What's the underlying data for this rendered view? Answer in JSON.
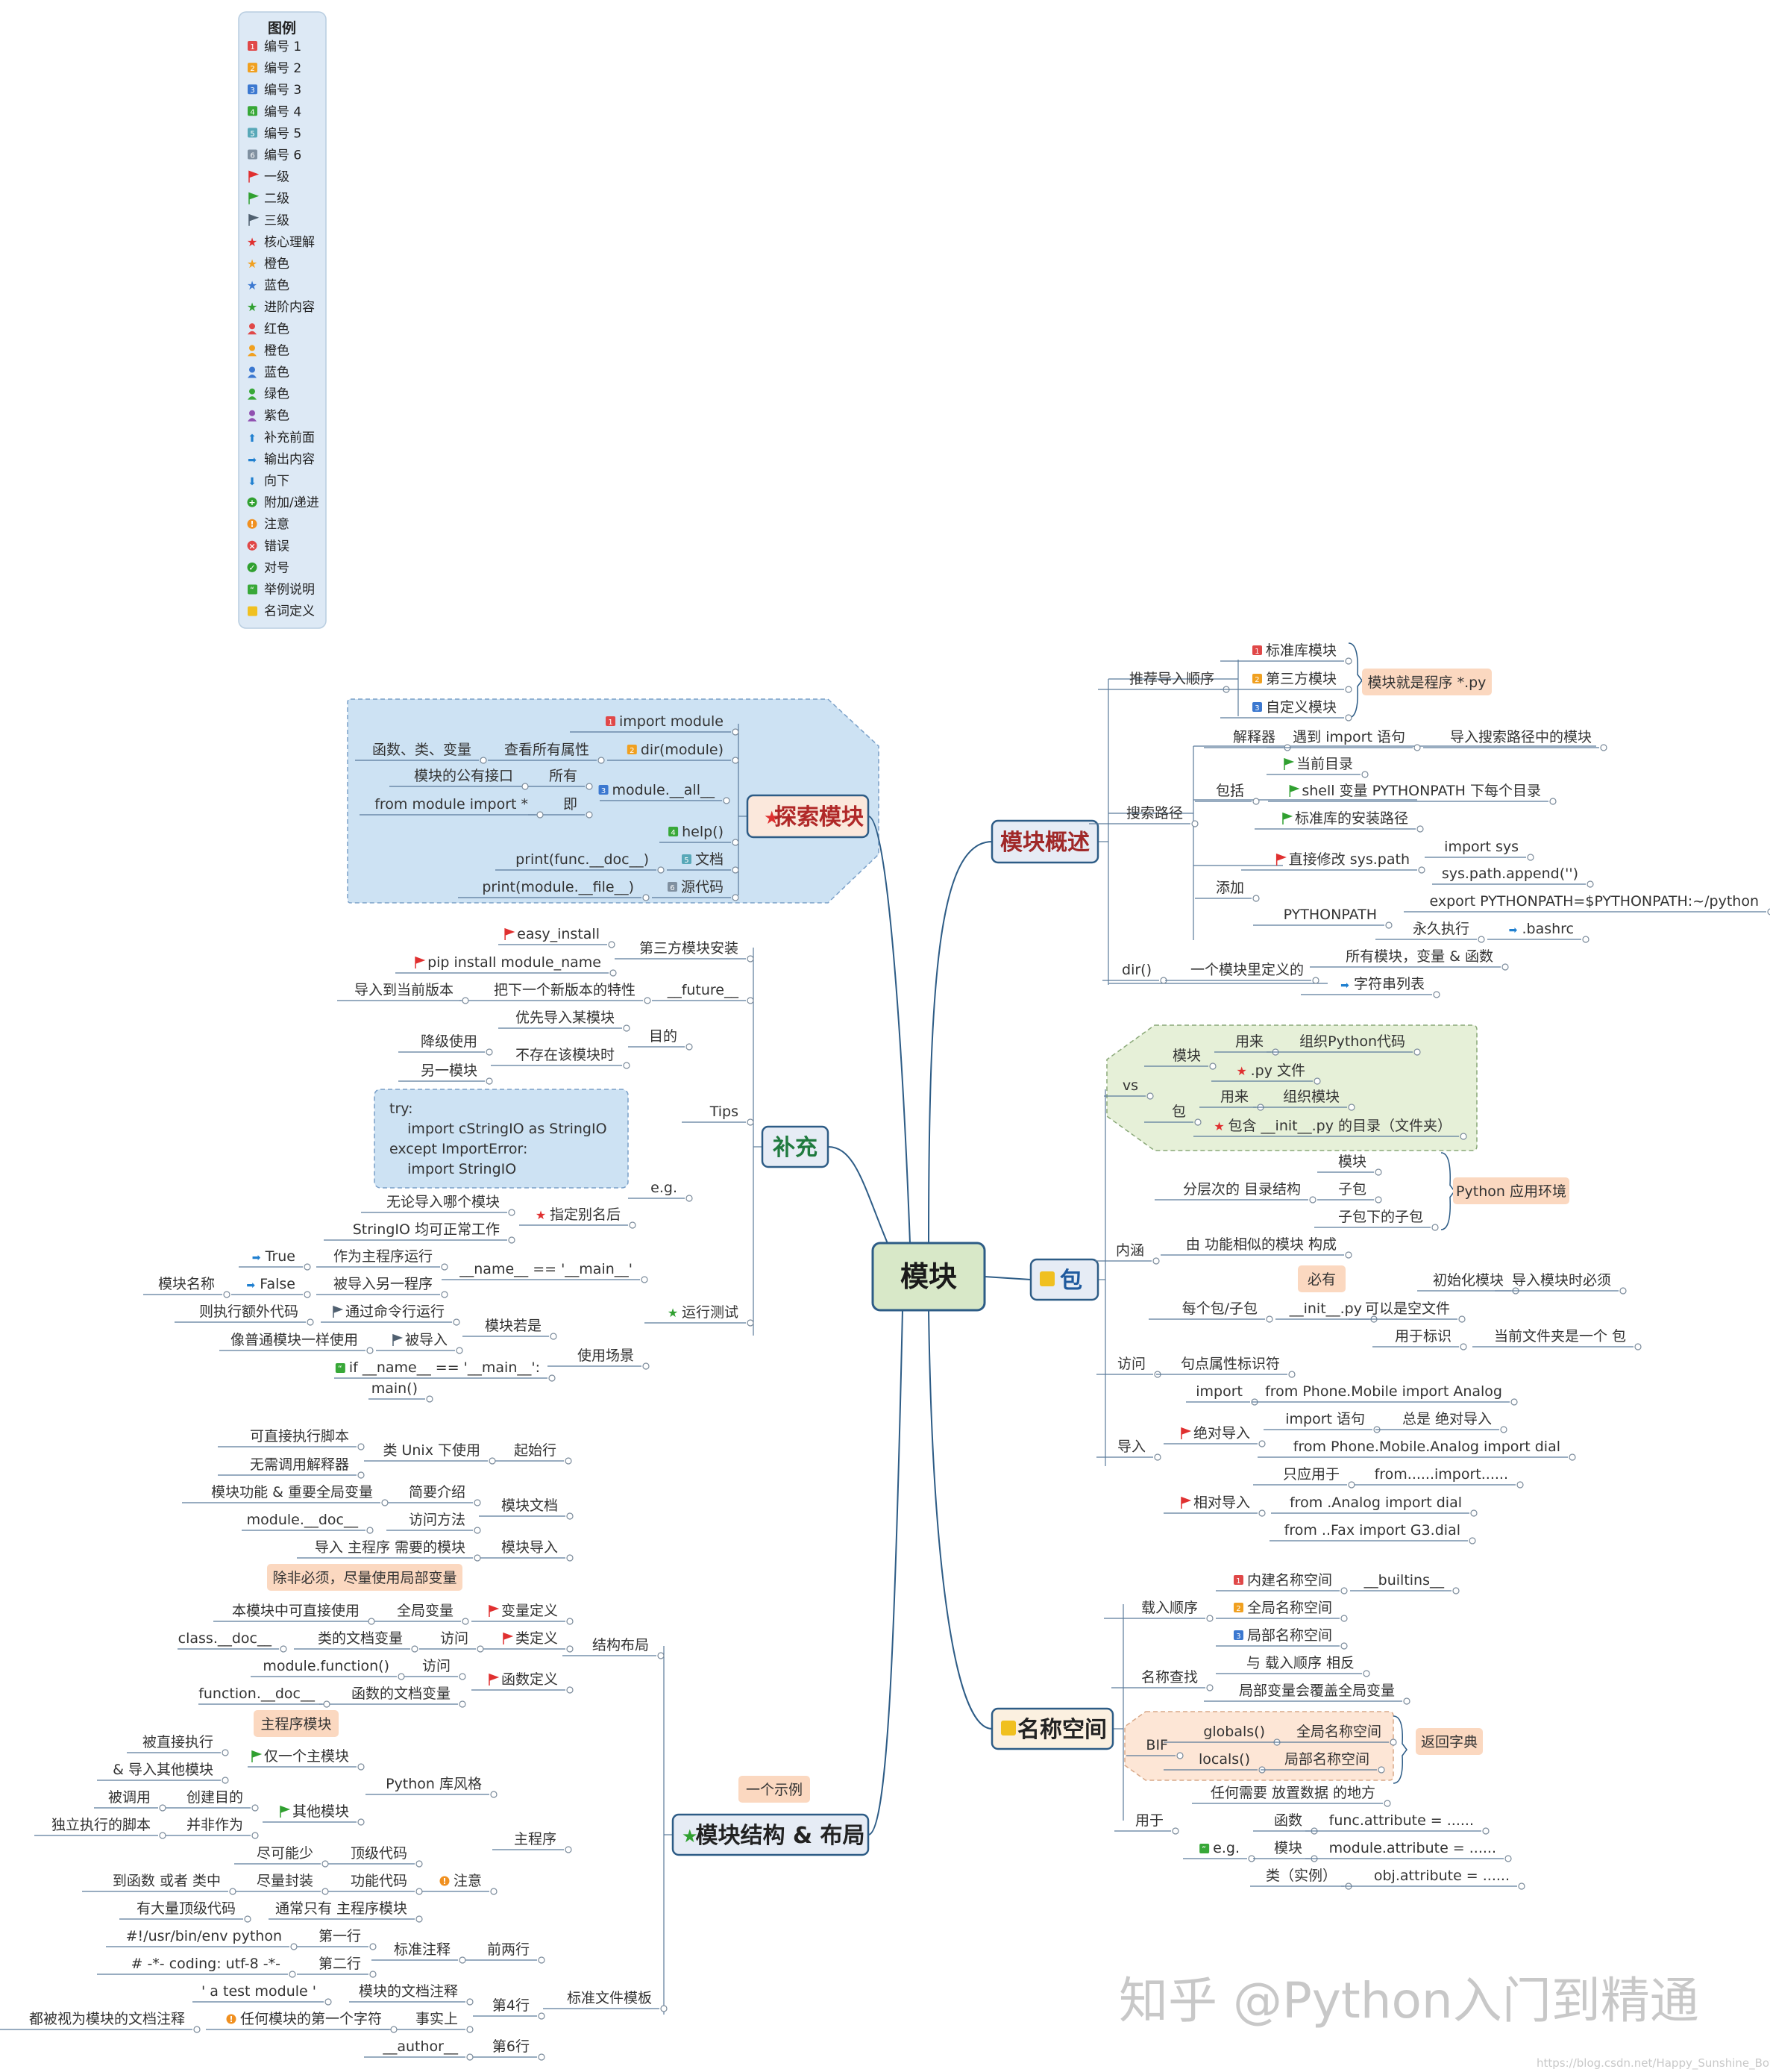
{
  "legend": {
    "title": "图例",
    "items": [
      {
        "icon": "num",
        "color": "#e04848",
        "num": "1",
        "label": "编号 1"
      },
      {
        "icon": "num",
        "color": "#f0a020",
        "num": "2",
        "label": "编号 2"
      },
      {
        "icon": "num",
        "color": "#3b78d0",
        "num": "3",
        "label": "编号 3"
      },
      {
        "icon": "num",
        "color": "#38a838",
        "num": "4",
        "label": "编号 4"
      },
      {
        "icon": "num",
        "color": "#58a8b8",
        "num": "5",
        "label": "编号 5"
      },
      {
        "icon": "num",
        "color": "#8090a0",
        "num": "6",
        "label": "编号 6"
      },
      {
        "icon": "flag",
        "color": "#e03030",
        "label": "一级"
      },
      {
        "icon": "flag",
        "color": "#30a030",
        "label": "二级"
      },
      {
        "icon": "flag",
        "color": "#506070",
        "label": "三级"
      },
      {
        "icon": "star",
        "color": "#e03030",
        "label": "核心理解"
      },
      {
        "icon": "star",
        "color": "#f0a020",
        "label": "橙色"
      },
      {
        "icon": "star",
        "color": "#3b78d0",
        "label": "蓝色"
      },
      {
        "icon": "star",
        "color": "#30a030",
        "label": "进阶内容"
      },
      {
        "icon": "person",
        "color": "#e04848",
        "label": "红色"
      },
      {
        "icon": "person",
        "color": "#f0a020",
        "label": "橙色"
      },
      {
        "icon": "person",
        "color": "#3b78d0",
        "label": "蓝色"
      },
      {
        "icon": "person",
        "color": "#38a838",
        "label": "绿色"
      },
      {
        "icon": "person",
        "color": "#9050b0",
        "label": "紫色"
      },
      {
        "icon": "arrow-up",
        "color": "#2080d0",
        "label": "补充前面"
      },
      {
        "icon": "arrow-right",
        "color": "#2080d0",
        "label": "输出内容"
      },
      {
        "icon": "arrow-down",
        "color": "#2080d0",
        "label": "向下"
      },
      {
        "icon": "plus",
        "color": "#30a030",
        "label": "附加/递进"
      },
      {
        "icon": "excl",
        "color": "#f09020",
        "label": "注意"
      },
      {
        "icon": "cross",
        "color": "#e04848",
        "label": "错误"
      },
      {
        "icon": "check",
        "color": "#30a030",
        "label": "对号"
      },
      {
        "icon": "quote",
        "color": "#38a838",
        "label": "举例说明"
      },
      {
        "icon": "note",
        "color": "#f0c020",
        "label": "名词定义"
      }
    ]
  },
  "root": "模块",
  "topics": {
    "overview": "模块概述",
    "explore": "探索模块",
    "supplement": "补充",
    "package": "包",
    "namespace": "名称空间",
    "structure": "模块结构 & 布局",
    "structure_callout": "一个示例"
  },
  "explore": {
    "import_module": "import module",
    "dir_module": "dir(module)",
    "dir_note": "查看所有属性",
    "dir_what": "函数、类、变量",
    "module_all": "module.__all__",
    "all_note1": "所有",
    "all_note1_sub": "模块的公有接口",
    "all_note2": "即",
    "all_note2_sub": "from module import *",
    "help": "help()",
    "doc_label": "文档",
    "doc_code": "print(func.__doc__)",
    "src_label": "源代码",
    "src_code": "print(module.__file__)"
  },
  "supplement": {
    "third_party": "第三方模块安装",
    "easy_install": "easy_install",
    "pip": "pip install module_name",
    "future": "__future__",
    "future_note": "把下一个新版本的特性",
    "future_note2": "导入到当前版本",
    "tips": "Tips",
    "purpose": "目的",
    "purpose_1": "优先导入某模块",
    "purpose_2": "不存在该模块时",
    "purpose_2a": "降级使用",
    "purpose_2b": "另一模块",
    "eg": "e.g.",
    "code_lines": [
      "try:",
      "    import cStringIO as StringIO",
      "except ImportError:",
      "    import StringIO"
    ],
    "alias": "指定别名后",
    "alias_1": "无论导入哪个模块",
    "alias_2": "StringIO 均可正常工作",
    "run_test": "运行测试",
    "name_main": "__name__ == '__main__'",
    "true_v": "True",
    "true_note": "作为主程序运行",
    "false_v": "False",
    "false_note": "被导入另一程序",
    "false_pre": "模块名称",
    "scenario": "使用场景",
    "module_if": "模块若是",
    "by_cmd": "通过命令行运行",
    "by_cmd_note": "则执行额外代码",
    "imported": "被导入",
    "imported_note": "像普通模块一样使用",
    "if_code_1": "if __name__ == '__main__':",
    "if_code_2": "main()"
  },
  "overview": {
    "import_order": "推荐导入顺序",
    "std_lib": "标准库模块",
    "third": "第三方模块",
    "custom": "自定义模块",
    "program_callout": "模块就是程序 *.py",
    "search_path": "搜索路径",
    "interpreter": "解释器",
    "meet_import": "遇到 import 语句",
    "import_search": "导入搜索路径中的模块",
    "include": "包括",
    "cur_dir": "当前目录",
    "shell_var": "shell 变量 PYTHONPATH 下每个目录",
    "std_install": "标准库的安装路径",
    "add": "添加",
    "modify_sys": "直接修改 sys.path",
    "import_sys": "import sys",
    "sys_append": "sys.path.append('')",
    "pythonpath": "PYTHONPATH",
    "export": "export PYTHONPATH=$PYTHONPATH:~/python",
    "permanent": "永久执行",
    "bashrc": ".bashrc",
    "dir": "dir()",
    "one_module_def": "一个模块里定义的",
    "all_modules": "所有模块，变量 & 函数",
    "str_list": "字符串列表"
  },
  "package": {
    "vs": "vs",
    "module": "模块",
    "use_for": "用来",
    "organize_code": "组织Python代码",
    "py_file": ".py 文件",
    "pkg": "包",
    "use_for2": "用来",
    "organize_mod": "组织模块",
    "contains_init": "包含 __init__.py 的目录（文件夹）",
    "meaning": "内涵",
    "hier_dir": "分层次的 目录结构",
    "h_module": "模块",
    "h_subpkg": "子包",
    "h_subsub": "子包下的子包",
    "env_callout": "Python 应用环境",
    "composed": "由 功能相似的模块 构成",
    "must_callout": "必有",
    "each_pkg": "每个包/子包",
    "init_py": "__init__.py",
    "init_mod": "初始化模块",
    "init_need": "导入模块时必须",
    "empty_file": "可以是空文件",
    "for_mark": "用于标识",
    "is_pkg": "当前文件夹是一个 包",
    "access": "访问",
    "dot_attr": "句点属性标识符",
    "import_label": "导入",
    "import_kw": "import",
    "from_phone": "from Phone.Mobile import Analog",
    "abs_import": "绝对导入",
    "import_stmt": "import 语句",
    "always_abs": "总是 绝对导入",
    "from_phone_dial": "from Phone.Mobile.Analog import dial",
    "rel_import": "相对导入",
    "only_for": "只应用于",
    "from_import": "from......import......",
    "from_analog": "from .Analog import dial",
    "from_fax": "from ..Fax import G3.dial"
  },
  "namespace": {
    "load_order": "载入顺序",
    "builtin": "内建名称空间",
    "builtins": "__builtins__",
    "global_ns": "全局名称空间",
    "local_ns": "局部名称空间",
    "name_lookup": "名称查找",
    "reverse": "与 载入顺序 相反",
    "override": "局部变量会覆盖全局变量",
    "bif": "BIF",
    "globals": "globals()",
    "globals_ns": "全局名称空间",
    "locals": "locals()",
    "locals_ns": "局部名称空间",
    "return_dict": "返回字典",
    "usage": "用于",
    "store": "任何需要 放置数据 的地方",
    "eg": "e.g.",
    "func": "函数",
    "func_attr": "func.attribute = ......",
    "mod": "模块",
    "mod_attr": "module.attribute = ......",
    "cls": "类（实例）",
    "obj_attr": "obj.attribute = ......"
  },
  "structure": {
    "start_line": "起始行",
    "unix": "类 Unix 下使用",
    "exec_script": "可直接执行脚本",
    "no_interp": "无需调用解释器",
    "mod_doc": "模块文档",
    "brief": "简要介绍",
    "brief_sub": "模块功能 & 重要全局变量",
    "access_m": "访问方法",
    "module_doc": "module.__doc__",
    "mod_import": "模块导入",
    "import_need": "导入 主程序 需要的模块",
    "local_callout": "除非必须，尽量使用局部变量",
    "var_def": "变量定义",
    "global_var": "全局变量",
    "global_var_sub": "本模块中可直接使用",
    "class_def": "类定义",
    "visit": "访问",
    "class_docvar": "类的文档变量",
    "class_doc": "class.__doc__",
    "func_def": "函数定义",
    "visit2": "访问",
    "mod_func": "module.function()",
    "func_docvar": "函数的文档变量",
    "func_doc": "function.__doc__",
    "layout": "结构布局",
    "main_callout": "主程序模块",
    "lib_style": "Python 库风格",
    "only_main": "仅一个主模块",
    "direct_exec": "被直接执行",
    "import_others": "& 导入其他模块",
    "other_mod": "其他模块",
    "create_for": "创建目的",
    "called": "被调用",
    "run_with": "并非作为",
    "standalone": "独立执行的脚本",
    "main_prog": "主程序",
    "attention": "注意",
    "less_top": "顶级代码",
    "try_less": "尽可能少",
    "encap": "尽量封装",
    "func_code": "功能代码",
    "in_func": "到函数 或者 类中",
    "top_note": "通常只有 主程序模块",
    "many_top": "有大量顶级代码",
    "std_comment": "标准注释",
    "first_two": "前两行",
    "line1": "第一行",
    "shebang": "#!/usr/bin/env python",
    "line2": "第二行",
    "coding": "# -*- coding: utf-8 -*-",
    "std_tpl": "标准文件模板",
    "line4": "第4行",
    "mod_docstr": "模块的文档注释",
    "test_mod": "' a test module '",
    "in_fact": "事实上",
    "first_str": "任何模块的第一个字符",
    "as_doc": "都被视为模块的文档注释",
    "line6": "第6行",
    "author": "__author__"
  },
  "watermark": {
    "main": "知乎 @Python入门到精通",
    "url": "https://blog.csdn.net/Happy_Sunshine_Boy"
  },
  "colors": {
    "line": "#2d5c86",
    "topic_fill": "#e6ecf5",
    "topic_stroke": "#2d5c86",
    "root_fill": "#d8e8c8",
    "root_stroke": "#2d5c86",
    "overview_text": "#a02828",
    "explore_text": "#b02828",
    "supplement_text": "#1f7a3e",
    "package_text": "#1f5a9e",
    "namespace_text": "#222222",
    "structure_text": "#222222",
    "callout_fill": "#fbd8c0",
    "blue_region": "#cde2f3",
    "green_region": "#e6f0d8",
    "orange_region": "#fde6d6"
  }
}
